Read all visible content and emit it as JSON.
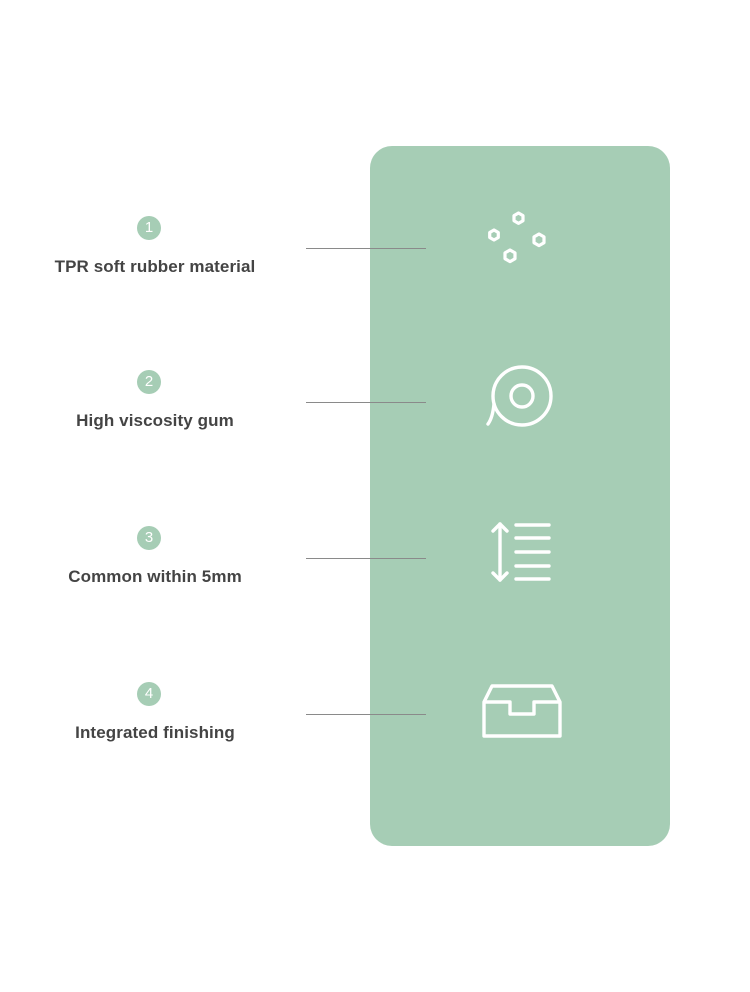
{
  "accent_color": "#a6cdb5",
  "features": [
    {
      "number": "1",
      "label": "TPR soft rubber material",
      "icon": "hexagon-nuts-icon"
    },
    {
      "number": "2",
      "label": "High viscosity gum",
      "icon": "tape-roll-icon"
    },
    {
      "number": "3",
      "label": "Common within 5mm",
      "icon": "thickness-lines-icon"
    },
    {
      "number": "4",
      "label": "Integrated finishing",
      "icon": "tray-box-icon"
    }
  ]
}
